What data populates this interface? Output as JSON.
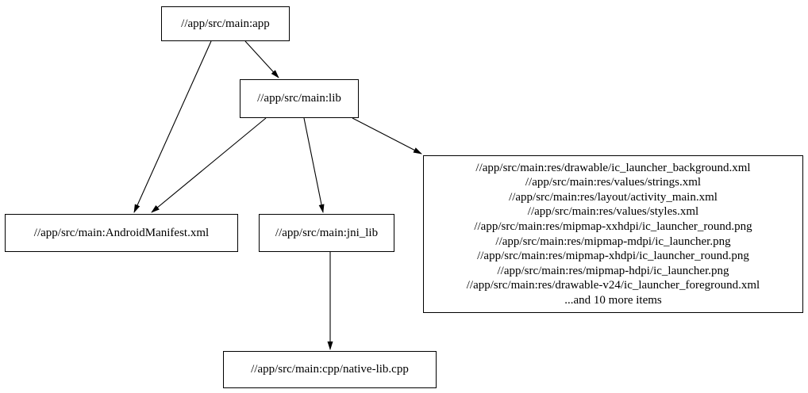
{
  "diagram": {
    "type": "dependency-graph",
    "nodes": {
      "app": {
        "label": "//app/src/main:app"
      },
      "lib": {
        "label": "//app/src/main:lib"
      },
      "manifest": {
        "label": "//app/src/main:AndroidManifest.xml"
      },
      "jni_lib": {
        "label": "//app/src/main:jni_lib"
      },
      "res_group": {
        "lines": [
          "//app/src/main:res/drawable/ic_launcher_background.xml",
          "//app/src/main:res/values/strings.xml",
          "//app/src/main:res/layout/activity_main.xml",
          "//app/src/main:res/values/styles.xml",
          "//app/src/main:res/mipmap-xxhdpi/ic_launcher_round.png",
          "//app/src/main:res/mipmap-mdpi/ic_launcher.png",
          "//app/src/main:res/mipmap-xhdpi/ic_launcher_round.png",
          "//app/src/main:res/mipmap-hdpi/ic_launcher.png",
          "//app/src/main:res/drawable-v24/ic_launcher_foreground.xml",
          "...and 10 more items"
        ]
      },
      "native_cpp": {
        "label": "//app/src/main:cpp/native-lib.cpp"
      }
    },
    "edges": [
      {
        "from": "//app/src/main:app",
        "to": "//app/src/main:lib"
      },
      {
        "from": "//app/src/main:app",
        "to": "//app/src/main:AndroidManifest.xml"
      },
      {
        "from": "//app/src/main:lib",
        "to": "//app/src/main:AndroidManifest.xml"
      },
      {
        "from": "//app/src/main:lib",
        "to": "//app/src/main:jni_lib"
      },
      {
        "from": "//app/src/main:lib",
        "to": "res_group"
      },
      {
        "from": "//app/src/main:jni_lib",
        "to": "//app/src/main:cpp/native-lib.cpp"
      }
    ],
    "colors": {
      "background": "#ffffff",
      "stroke": "#000000",
      "text": "#000000"
    }
  }
}
